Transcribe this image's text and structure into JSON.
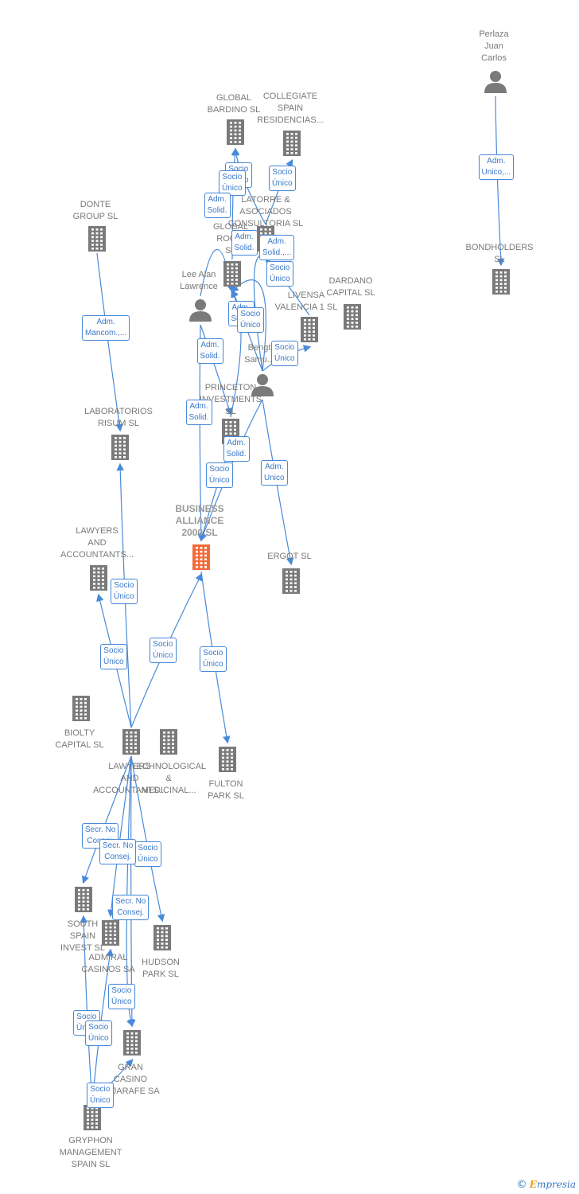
{
  "colors": {
    "edge": "#4a8ad8",
    "company": "#7a7a7a",
    "focus": "#f26b3a",
    "text": "#7a7a7a"
  },
  "nodes": [
    {
      "id": "perlaza",
      "type": "person",
      "label": "Perlaza\nJuan\nCarlos"
    },
    {
      "id": "global_bardino",
      "type": "company",
      "label": "GLOBAL\nBARDINO SL"
    },
    {
      "id": "collegiate",
      "type": "company",
      "label": "COLLEGIATE\nSPAIN\nRESIDENCIAS..."
    },
    {
      "id": "donte",
      "type": "company",
      "label": "DONTE\nGROUP SL"
    },
    {
      "id": "latorre",
      "type": "company",
      "label": "LATORRE &\nASOCIADOS\nCONSULTORIA SL"
    },
    {
      "id": "global_rocin",
      "type": "company",
      "label": "GLOBAL\nROCIN\nSL"
    },
    {
      "id": "bondholders",
      "type": "company",
      "label": "BONDHOLDERS\nSL"
    },
    {
      "id": "lee",
      "type": "person",
      "label": "Lee Alan\nLawrence"
    },
    {
      "id": "dardano",
      "type": "company",
      "label": "DARDANO\nCAPITAL SL"
    },
    {
      "id": "livensa",
      "type": "company",
      "label": "LIVENSA\nVALENCIA 1 SL"
    },
    {
      "id": "bengt",
      "type": "person",
      "label": "Bengt\nSamu..."
    },
    {
      "id": "princeton",
      "type": "company",
      "label": "PRINCETON\nINVESTMENTS\nSL"
    },
    {
      "id": "laboratorios",
      "type": "company",
      "label": "LABORATORIOS\nRISUM SL"
    },
    {
      "id": "business",
      "type": "focus",
      "label": "BUSINESS\nALLIANCE\n2000 SL"
    },
    {
      "id": "ergot",
      "type": "company",
      "label": "ERGOT SL"
    },
    {
      "id": "lawyers_top",
      "type": "company",
      "label": "LAWYERS\nAND\nACCOUNTANTS..."
    },
    {
      "id": "biolty",
      "type": "company",
      "label": "BIOLTY\nCAPITAL SL"
    },
    {
      "id": "lawyers_mid",
      "type": "company",
      "label": "LAWYERS\nAND\nACCOUNTANTS..."
    },
    {
      "id": "technological",
      "type": "company",
      "label": "TECHNOLOGICAL\n&\nMEDICINAL..."
    },
    {
      "id": "fulton",
      "type": "company",
      "label": "FULTON\nPARK SL"
    },
    {
      "id": "south_spain",
      "type": "company",
      "label": "SOUTH\nSPAIN\nINVEST SL"
    },
    {
      "id": "admiral",
      "type": "company",
      "label": "ADMIRAL\nCASINOS SA"
    },
    {
      "id": "hudson",
      "type": "company",
      "label": "HUDSON\nPARK SL"
    },
    {
      "id": "gran_casino",
      "type": "company",
      "label": "GRAN\nCASINO\nALJARAFE SA"
    },
    {
      "id": "gryphon",
      "type": "company",
      "label": "GRYPHON\nMANAGEMENT\nSPAIN SL"
    }
  ],
  "edges": [
    {
      "from": "perlaza",
      "to": "bondholders",
      "label": "Adm.\nUnico,..."
    },
    {
      "from": "donte",
      "to": "laboratorios",
      "label": "Adm.\nMancom.,..."
    },
    {
      "from": "latorre",
      "to": "global_bardino",
      "label": "Socio\nÚnico"
    },
    {
      "from": "global_rocin",
      "to": "global_bardino",
      "label": "Socio\nÚnico"
    },
    {
      "from": "lee",
      "to": "global_rocin",
      "label": "Adm.\nSolid."
    },
    {
      "from": "latorre",
      "to": "collegiate",
      "label": "Socio\nÚnico"
    },
    {
      "from": "bengt",
      "to": "latorre",
      "label": "Adm.\nSolid."
    },
    {
      "from": "bengt",
      "to": "global_rocin",
      "label": "Adm.\nSolid.,..."
    },
    {
      "from": "livensa",
      "to": "latorre",
      "label": "Socio\nÚnico"
    },
    {
      "from": "bengt",
      "to": "global_rocin",
      "label": "Adm.\nSolid."
    },
    {
      "from": "princeton",
      "to": "global_rocin",
      "label": "Socio\nÚnico"
    },
    {
      "from": "bengt",
      "to": "livensa",
      "label": "Socio\nÚnico"
    },
    {
      "from": "lee",
      "to": "princeton",
      "label": "Adm.\nSolid."
    },
    {
      "from": "lee",
      "to": "business",
      "label": "Adm.\nSolid."
    },
    {
      "from": "bengt",
      "to": "business",
      "label": "Adm.\nSolid."
    },
    {
      "from": "princeton",
      "to": "business",
      "label": "Socio\nÚnico"
    },
    {
      "from": "bengt",
      "to": "ergot",
      "label": "Adm.\nUnico"
    },
    {
      "from": "lawyers_mid",
      "to": "laboratorios",
      "label": "Socio\nÚnico"
    },
    {
      "from": "lawyers_mid",
      "to": "lawyers_top",
      "label": "Socio\nÚnico"
    },
    {
      "from": "lawyers_mid",
      "to": "business",
      "label": "Socio\nÚnico"
    },
    {
      "from": "business",
      "to": "fulton",
      "label": "Socio\nÚnico"
    },
    {
      "from": "lawyers_mid",
      "to": "south_spain",
      "label": "Secr. No\nConsej."
    },
    {
      "from": "lawyers_mid",
      "to": "hudson",
      "label": "Socio\nÚnico"
    },
    {
      "from": "lawyers_mid",
      "to": "admiral",
      "label": "Secr. No\nConsej."
    },
    {
      "from": "lawyers_mid",
      "to": "gran_casino",
      "label": "Secr. No\nConsej."
    },
    {
      "from": "lawyers_mid",
      "to": "gran_casino",
      "label": "Socio\nÚnico"
    },
    {
      "from": "gryphon",
      "to": "south_spain",
      "label": "Socio\nÚnico"
    },
    {
      "from": "gryphon",
      "to": "admiral",
      "label": "Socio\nÚnico"
    },
    {
      "from": "gryphon",
      "to": "gran_casino",
      "label": "Socio\nÚnico"
    }
  ],
  "footer": {
    "copyright": "©",
    "brand_initial": "E",
    "brand_rest": "mpresia"
  }
}
